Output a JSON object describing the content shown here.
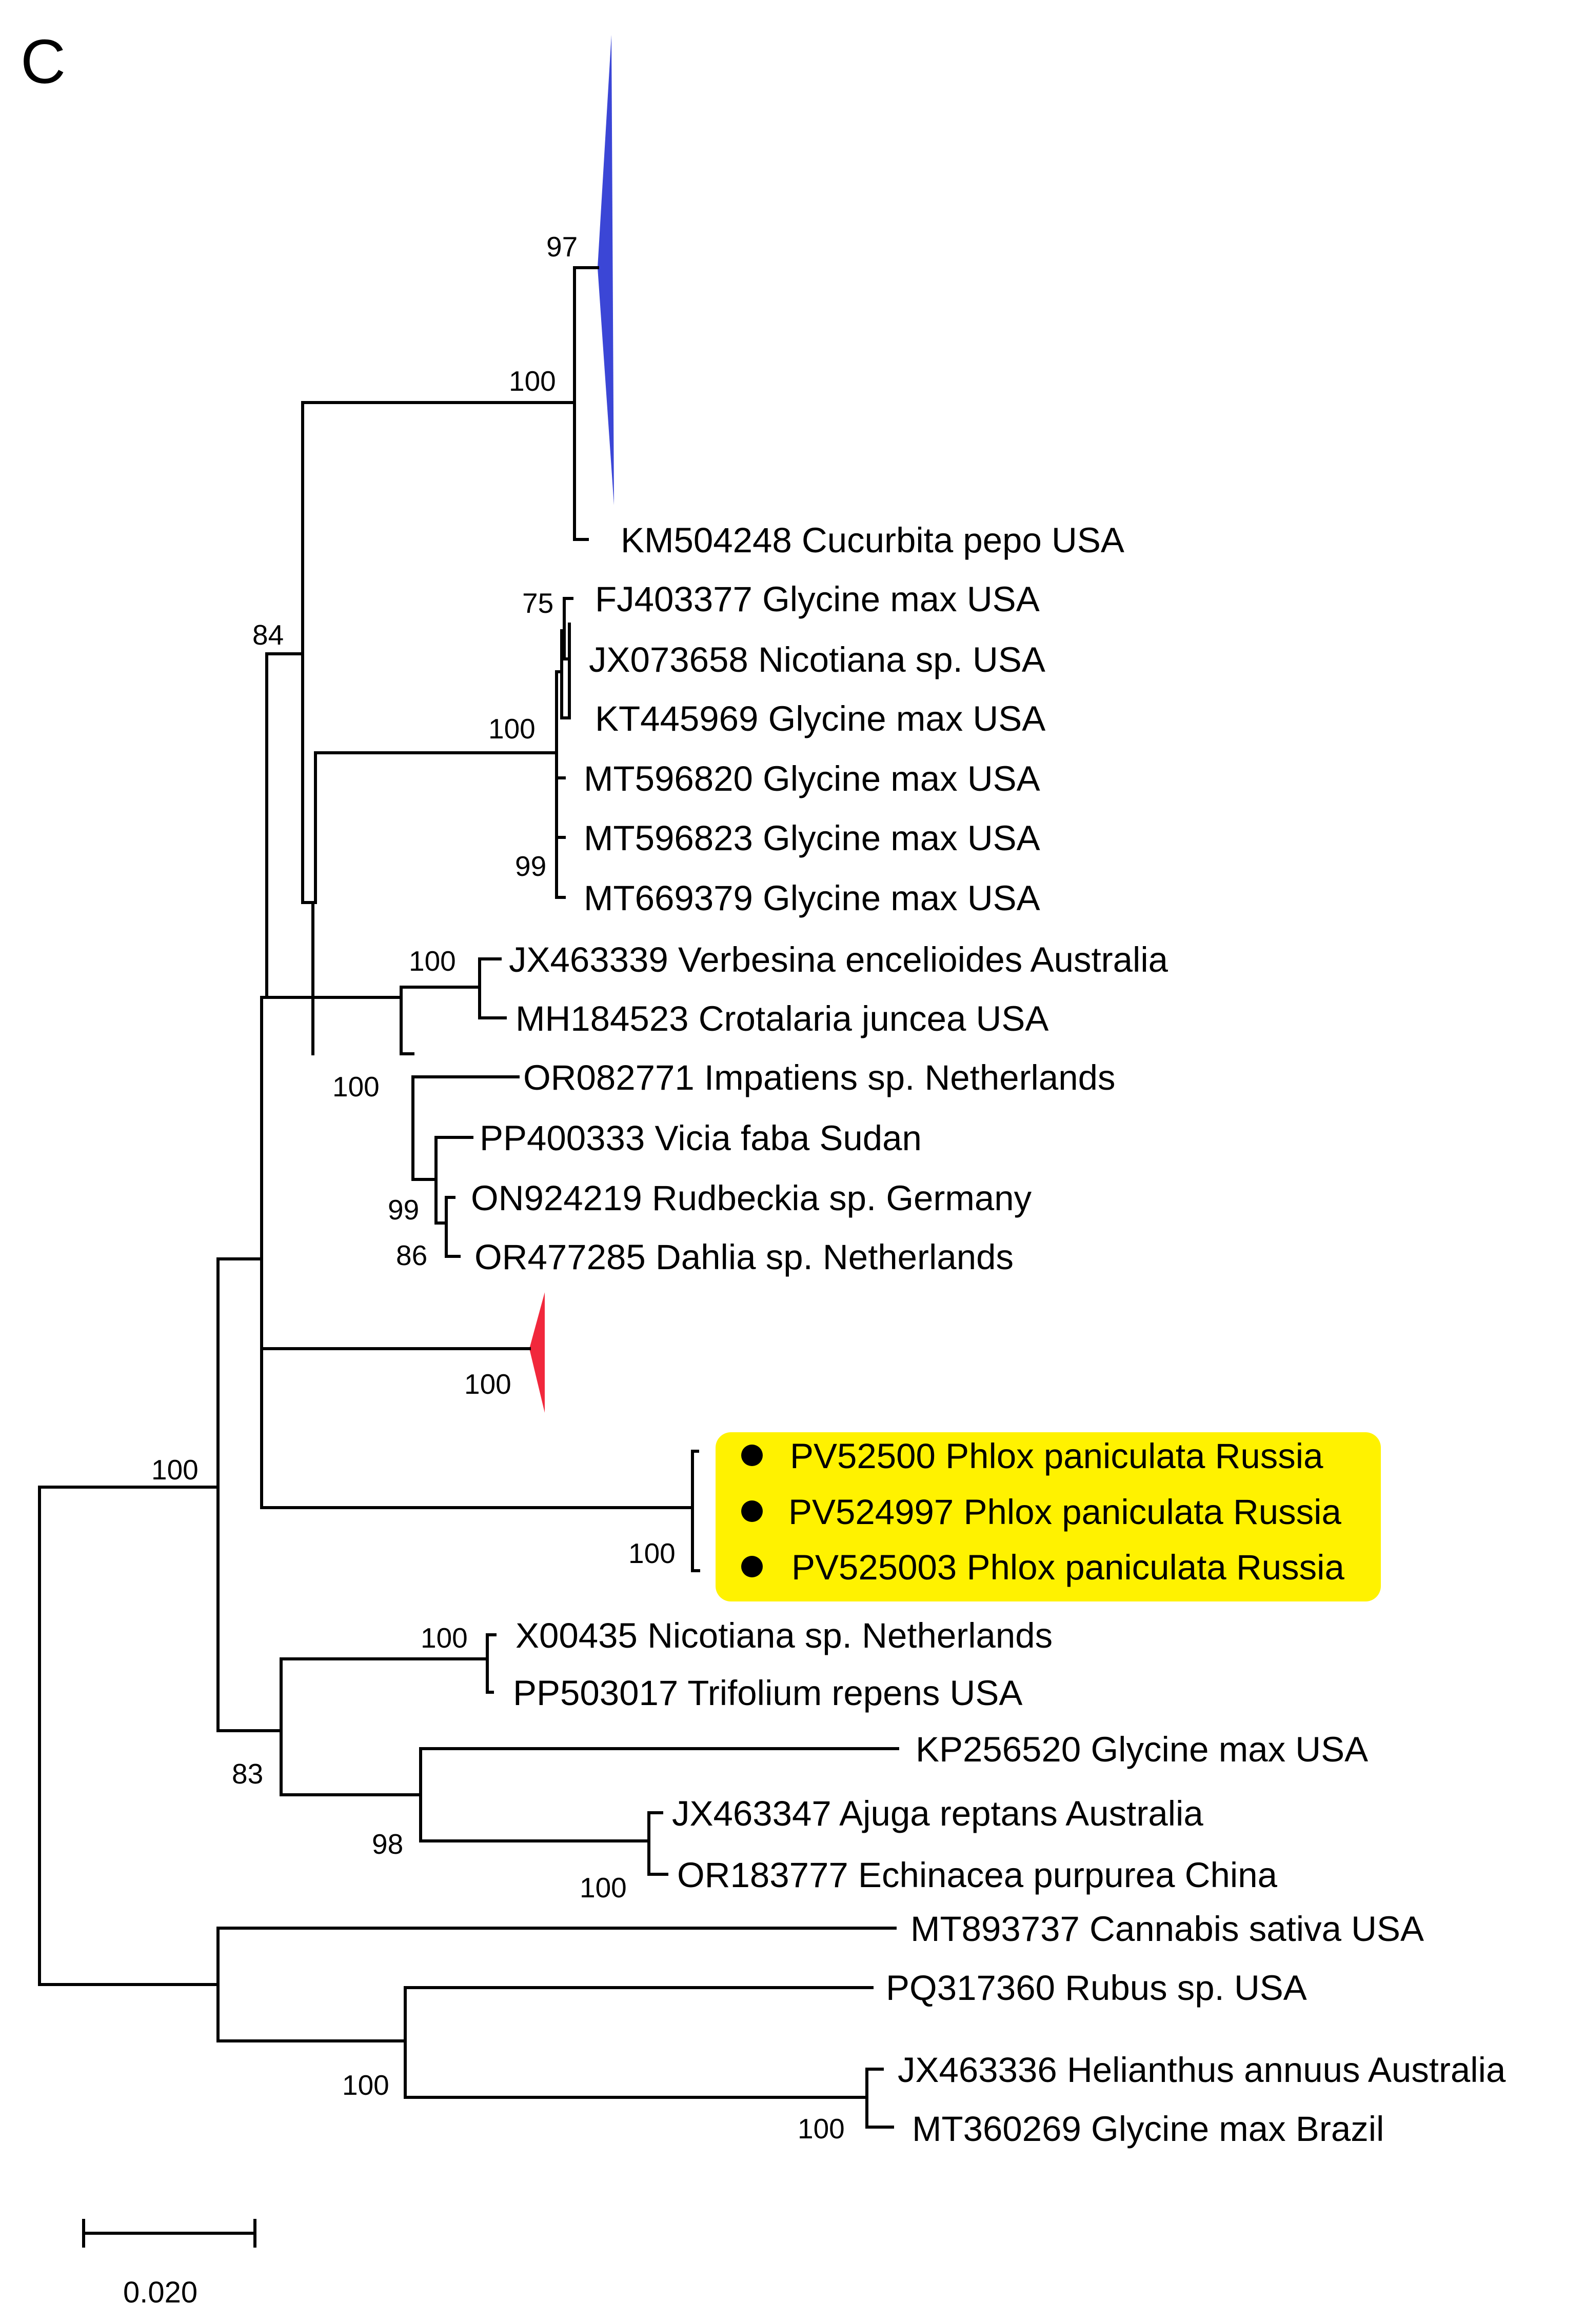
{
  "panel_label": "C",
  "scale_bar": {
    "label": "0.020"
  },
  "colors": {
    "collapsed_clade_blue": "#3b46d6",
    "collapsed_clade_red": "#f1283c",
    "highlight_box": "#fff200",
    "branch": "#000000"
  },
  "taxa": [
    "KM504248 Cucurbita pepo USA",
    "FJ403377 Glycine max USA",
    "JX073658 Nicotiana sp. USA",
    "KT445969 Glycine max USA",
    "MT596820 Glycine max USA",
    "MT596823 Glycine max USA",
    "MT669379 Glycine max USA",
    "JX463339 Verbesina encelioides Australia",
    "MH184523 Crotalaria juncea USA",
    "OR082771 Impatiens sp. Netherlands",
    "PP400333 Vicia faba Sudan",
    "ON924219 Rudbeckia sp. Germany",
    "OR477285 Dahlia sp. Netherlands",
    "PV52500 Phlox paniculata Russia",
    "PV524997 Phlox paniculata Russia",
    "PV525003 Phlox paniculata Russia",
    "X00435 Nicotiana sp. Netherlands",
    "PP503017 Trifolium repens USA",
    "KP256520 Glycine max USA",
    "JX463347 Ajuga reptans Australia",
    "OR183777 Echinacea purpurea China",
    "MT893737 Cannabis sativa USA",
    "PQ317360 Rubus sp. USA",
    "JX463336 Helianthus annuus Australia",
    "MT360269 Glycine max Brazil"
  ],
  "bootstrap": [
    "97",
    "100",
    "84",
    "75",
    "100",
    "99",
    "100",
    "100",
    "99",
    "86",
    "100",
    "100",
    "100",
    "100",
    "83",
    "98",
    "100",
    "100",
    "100"
  ]
}
